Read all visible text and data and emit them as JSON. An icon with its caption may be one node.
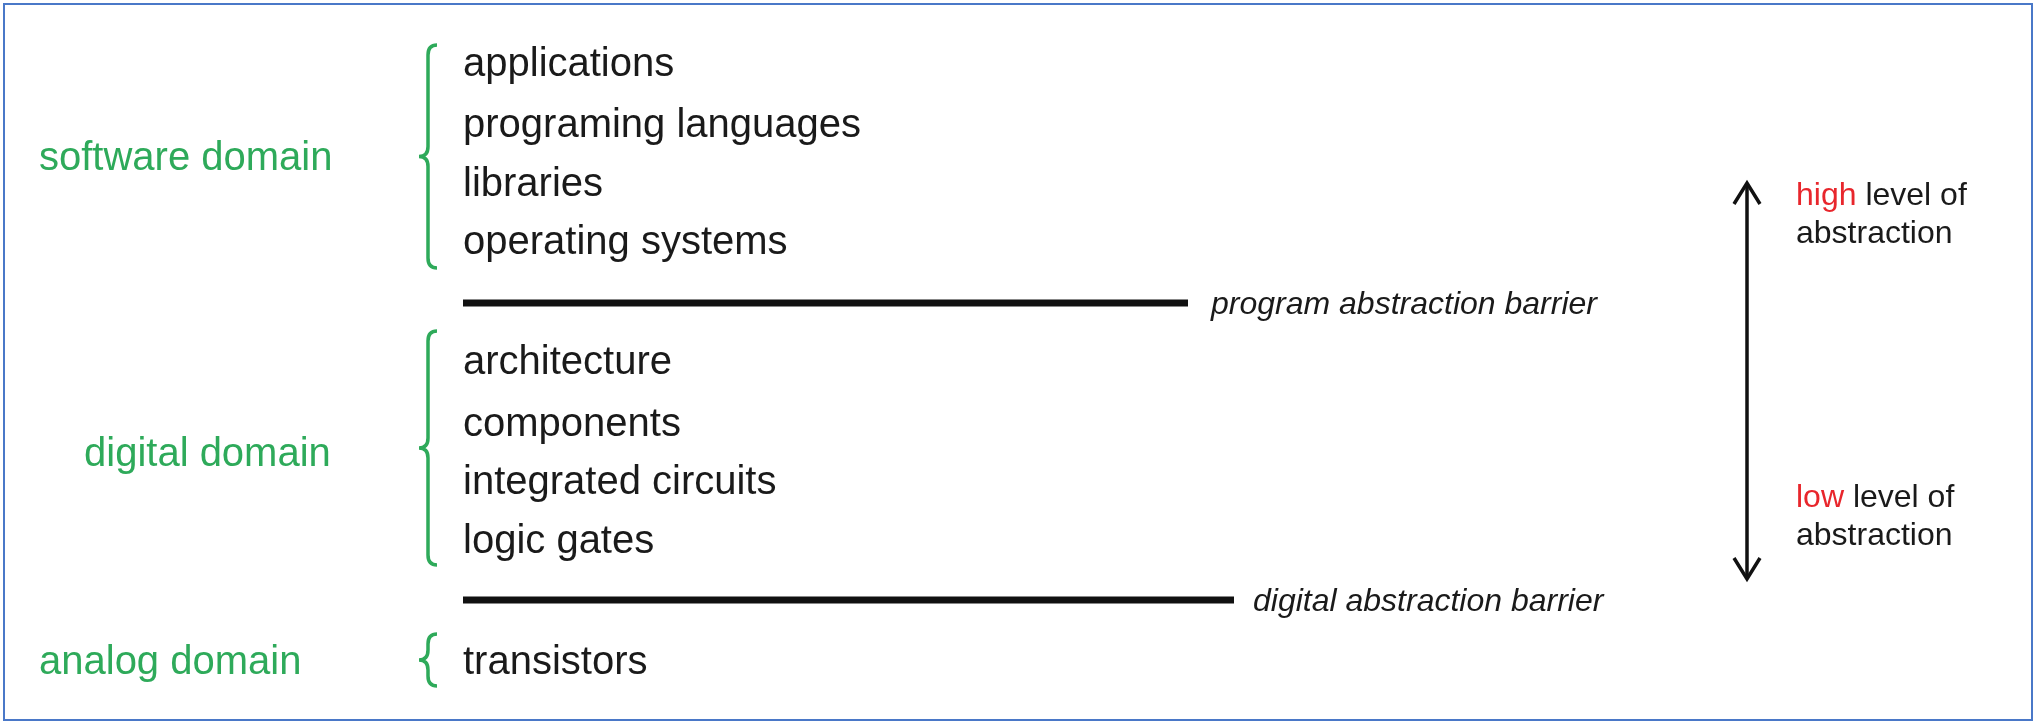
{
  "diagram": {
    "labels": [
      "software domain",
      "applications",
      "programing languages",
      "libraries",
      "operating systems",
      "high level of abstraction",
      "program abstraction barrier",
      "digital domain",
      "architecture",
      "components",
      "integrated circuits",
      "logic gates",
      "low level of abstraction",
      "digital abstraction barrier",
      "analog domain",
      "transistors"
    ]
  }
}
